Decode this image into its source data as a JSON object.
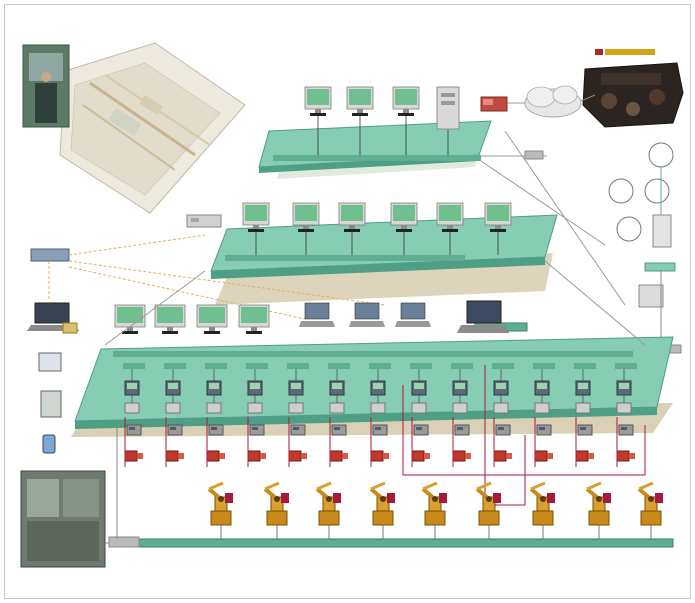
{
  "brand": {
    "text": "",
    "accent": "#d4a417"
  },
  "colors": {
    "platform": "#86cdb4",
    "platform_dark": "#4f9e86",
    "platform_shadow": "#b9aa78",
    "bus": "#5fae92",
    "fieldbus": "#a6193c",
    "wireless": "#e0b060"
  },
  "layers": {
    "top": {
      "label": ""
    },
    "middle": {
      "label": ""
    },
    "bottom": {
      "label": ""
    }
  },
  "icons": {
    "workstation": "monitor-icon",
    "server": "server-tower-icon",
    "laptop": "laptop-icon",
    "robot": "industrial-robot-icon",
    "controller": "plc-controller-icon",
    "drive": "motor-drive-icon",
    "cloud": "cloud-icon",
    "engine": "engine-icon",
    "plant": "factory-layout-icon",
    "handheld": "handheld-device-icon",
    "cabinet": "control-cabinet-icon",
    "router": "router-icon"
  },
  "nodes": {
    "top_stations": 3,
    "middle_stations": 6,
    "bottom_stations": 13,
    "robots": 9
  }
}
